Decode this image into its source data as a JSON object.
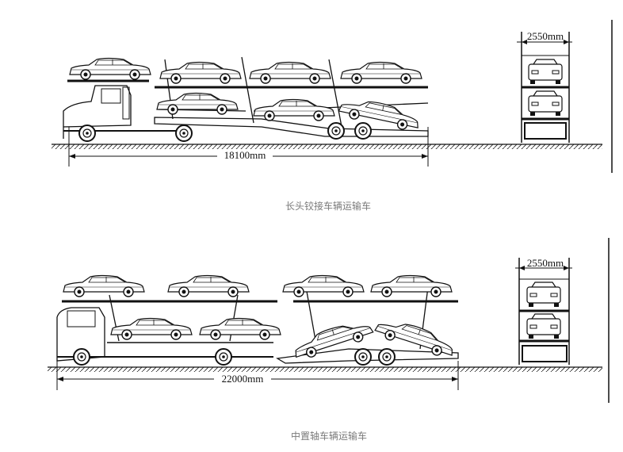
{
  "figures": [
    {
      "caption": "长头铰接车辆运输车",
      "length_label": "18100mm",
      "width_label": "2550mm"
    },
    {
      "caption": "中置轴车辆运输车",
      "length_label": "22000mm",
      "width_label": "2550mm"
    }
  ]
}
